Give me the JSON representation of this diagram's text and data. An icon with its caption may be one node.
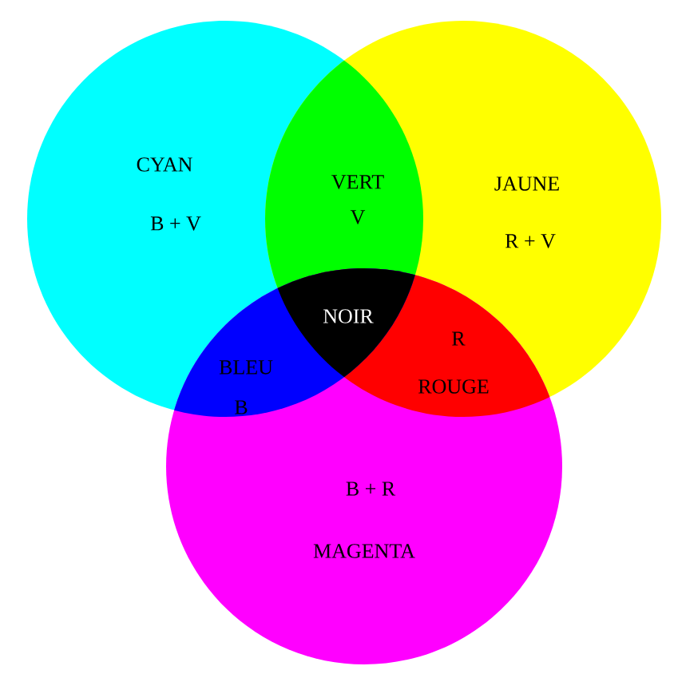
{
  "diagram": {
    "nodes": [
      {
        "text": [
          "CYAN",
          "B + V"
        ]
      },
      {
        "text": [
          "JAUNE",
          "R + V"
        ]
      },
      {
        "text": [
          "B + R",
          "MAGENTA"
        ]
      }
    ],
    "labels": [
      "VERT",
      "V",
      "NOIR",
      "R",
      "BLEU",
      "ROUGE",
      "B"
    ]
  }
}
